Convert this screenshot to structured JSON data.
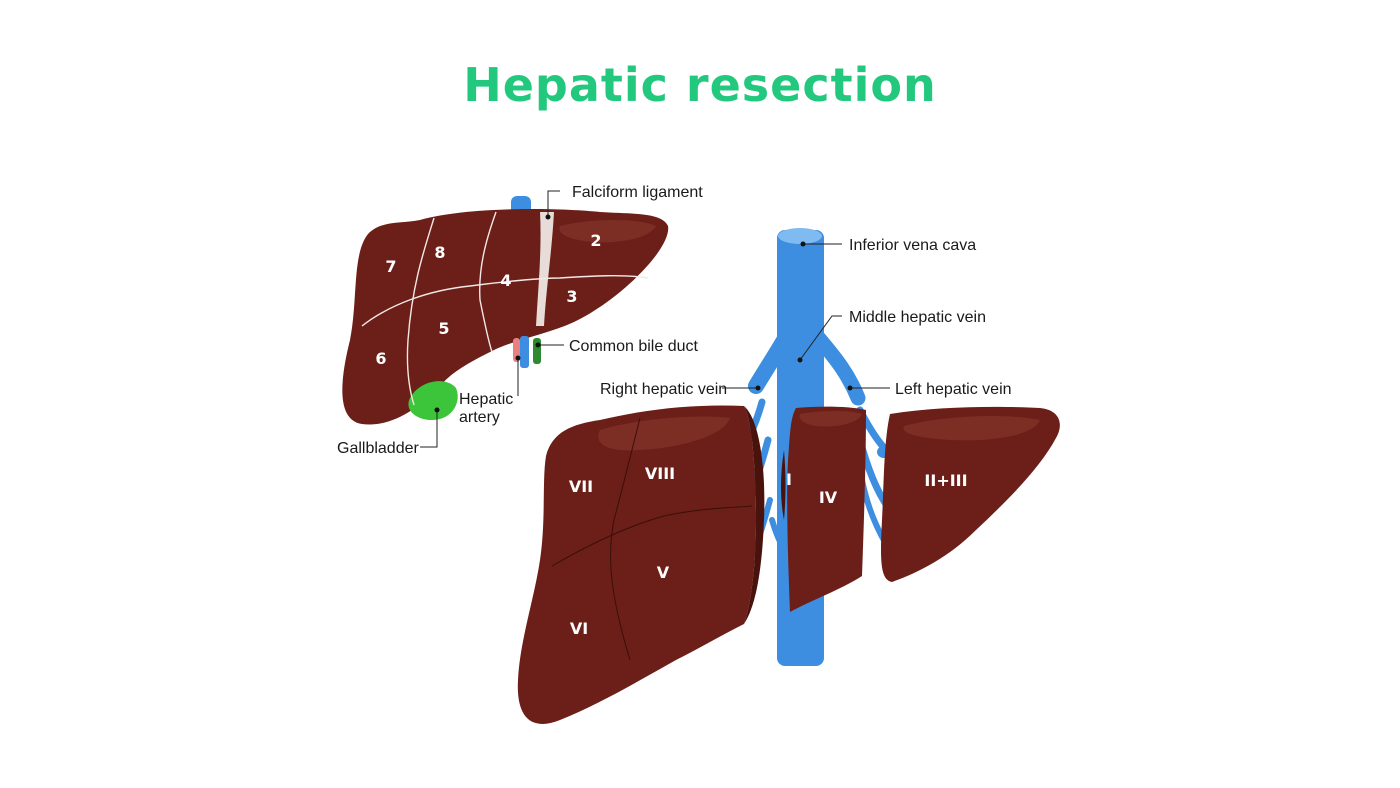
{
  "title": "Hepatic resection",
  "colors": {
    "title": "#22c87d",
    "liver": "#6b1f18",
    "liver_dark": "#4a120d",
    "liver_highlight": "#8a3a32",
    "vessel": "#3d8ee0",
    "vessel_light": "#7fbaf0",
    "gallbladder": "#3cc43a",
    "bile_duct": "#2e8a2e",
    "artery": "#e88080",
    "ligament": "#e8dcd8"
  },
  "upper_liver": {
    "segments": [
      "7",
      "8",
      "4",
      "2",
      "3",
      "5",
      "6"
    ],
    "labels": {
      "falciform": "Falciform ligament",
      "bile_duct": "Common bile duct",
      "artery_line1": "Hepatic",
      "artery_line2": "artery",
      "gallbladder": "Gallbladder"
    }
  },
  "lower_liver": {
    "segments": [
      "VII",
      "VIII",
      "V",
      "VI",
      "I",
      "IV",
      "II+III"
    ],
    "labels": {
      "ivc": "Inferior vena cava",
      "middle_vein": "Middle hepatic vein",
      "right_vein": "Right hepatic vein",
      "left_vein": "Left hepatic vein"
    }
  }
}
